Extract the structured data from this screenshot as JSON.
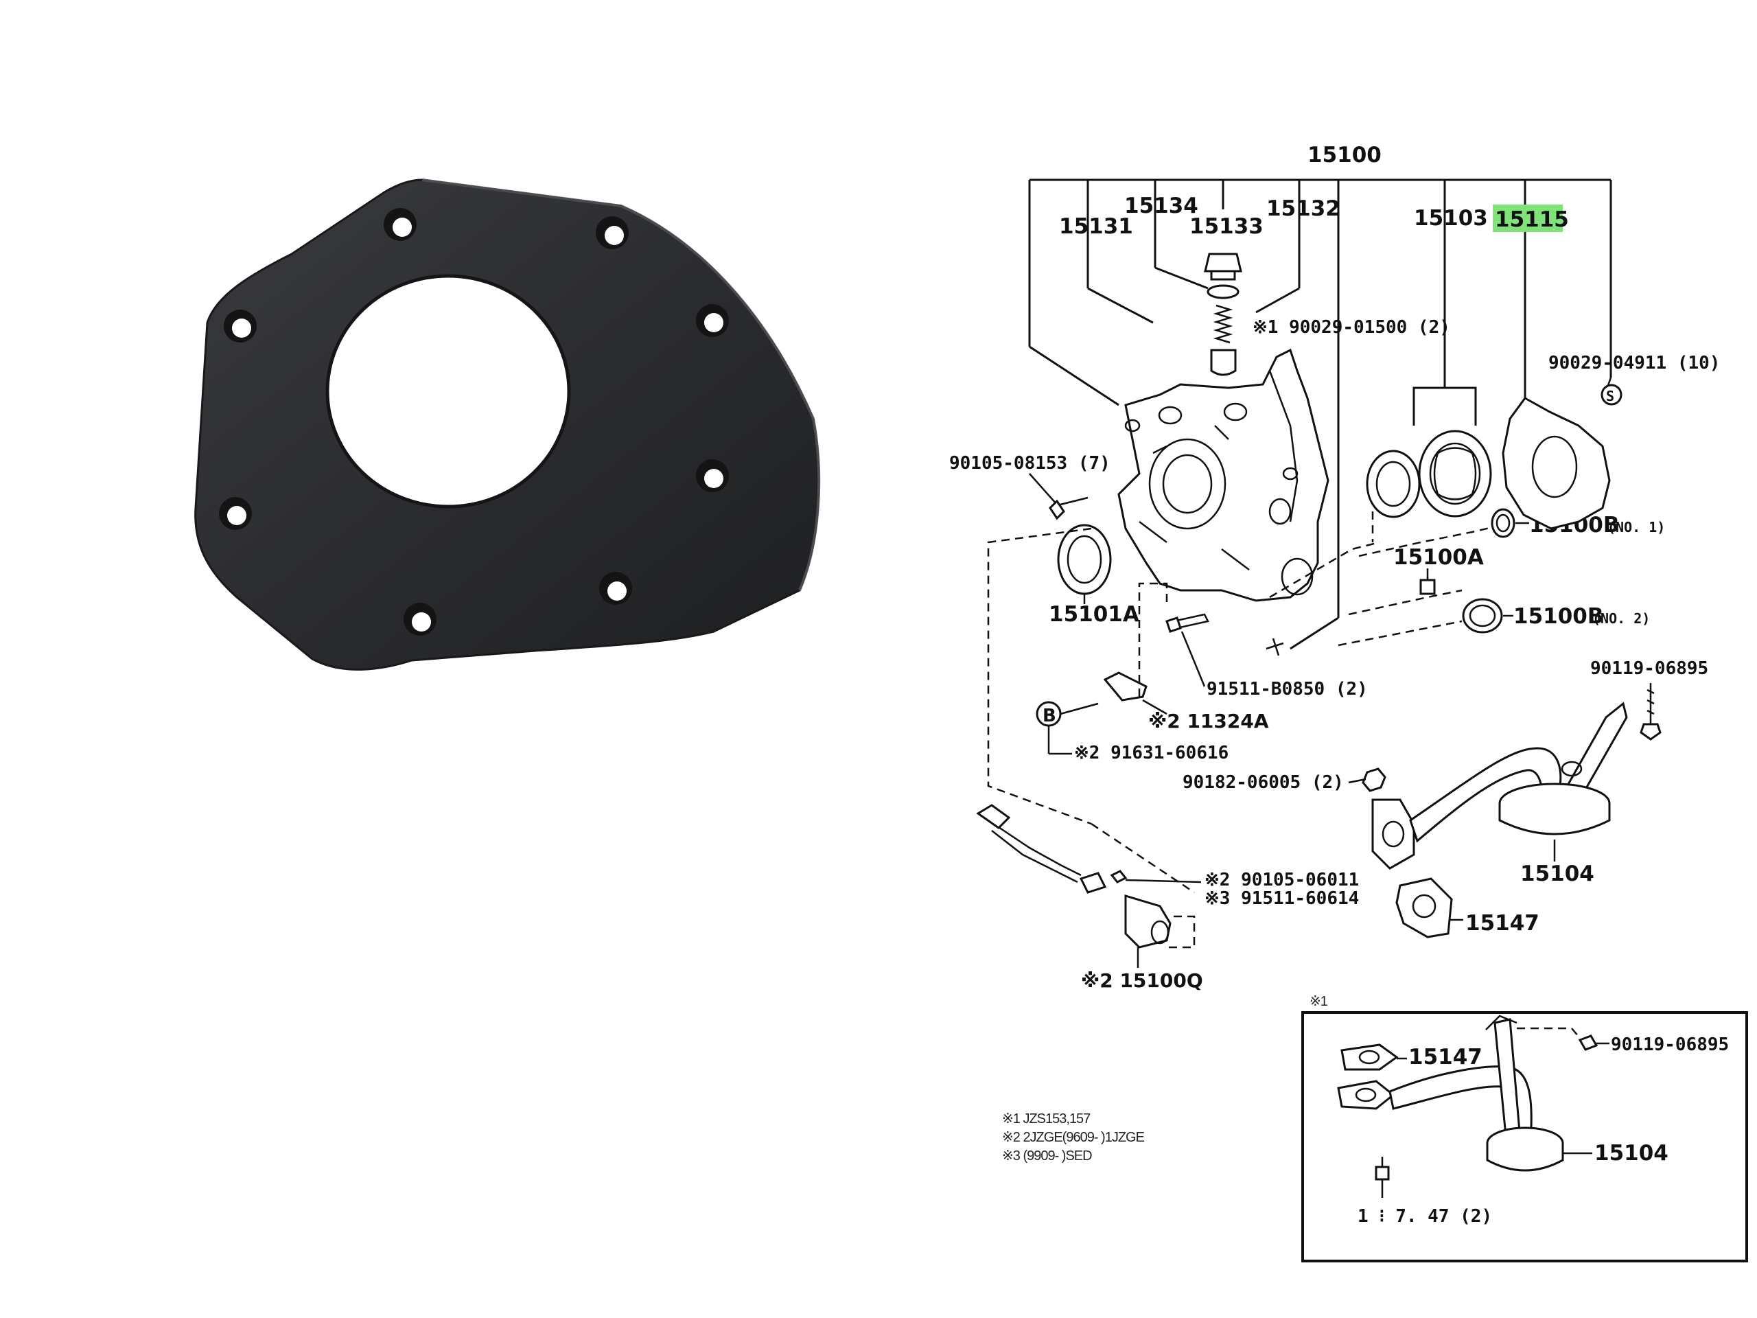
{
  "labels": {
    "top": "15100",
    "p15131": "15131",
    "p15134": "15134",
    "p15133": "15133",
    "p15132": "15132",
    "p15103": "15103",
    "p15115": "15115",
    "p90029_01500": "※1 90029-01500 (2)",
    "p90029_04911": "90029-04911 (10)",
    "p90105_08153": "90105-08153 (7)",
    "p15100B1": "15100B",
    "p15100B1_no": "(NO. 1)",
    "p15100A": "15100A",
    "p15101A": "15101A",
    "p15100B2": "15100B",
    "p15100B2_no": "(NO. 2)",
    "p90119_06895": "90119-06895",
    "p91511_B0850": "91511-B0850 (2)",
    "p11324A": "※2 11324A",
    "p91631_60616": "※2 91631-60616",
    "p90182_06005": "90182-06005 (2)",
    "p15104": "15104",
    "p90105_06011": "※2 90105-06011",
    "p91511_60614": "※3 91511-60614",
    "p15147": "15147",
    "p15100Q": "※2 15100Q",
    "inset_mark": "※1",
    "inset_15147": "15147",
    "inset_90119_06895": "90119-06895",
    "inset_15104": "15104",
    "inset_bolt": "1 ⁝ 7. 47 (2)",
    "mark_b": "B",
    "mark_s": "S"
  },
  "notes": [
    "※1 JZS153,157",
    "※2 2JZGE(9609-        )1JZGE",
    "※3 (9909-        )SED"
  ],
  "colors": {
    "highlight": "#7fe37a",
    "plate": "#2a2b2d",
    "ink": "#111111"
  }
}
